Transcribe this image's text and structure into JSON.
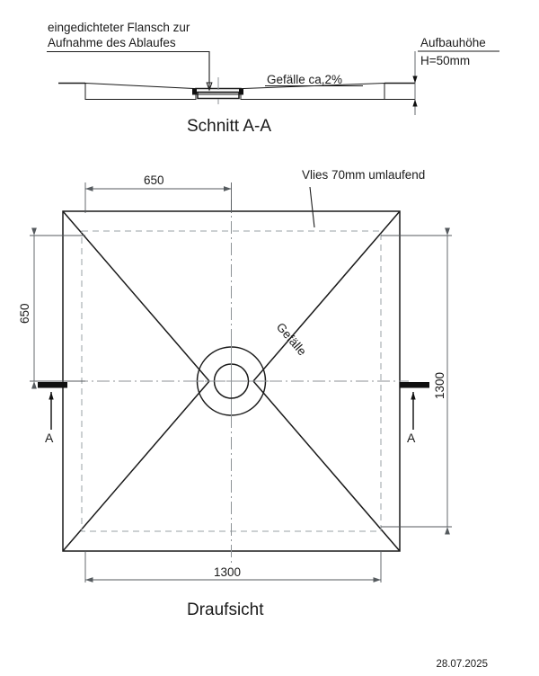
{
  "sheet": {
    "title_section": "Schnitt A-A",
    "title_plan": "Draufsicht",
    "date": "28.07.2025"
  },
  "section_view": {
    "flange_note_line1": "eingedichteter Flansch zur",
    "flange_note_line2": "Aufnahme des Ablaufes",
    "slope_note": "Gefälle ca,2%",
    "height_note_line1": "Aufbauhöhe",
    "height_note_line2": "H=50mm"
  },
  "plan_view": {
    "fleece_note": "Vlies 70mm umlaufend",
    "slope_label": "Gefälle",
    "section_mark_left": "A",
    "section_mark_right": "A",
    "dim_top": "650",
    "dim_left": "650",
    "dim_right": "1300",
    "dim_bottom": "1300"
  },
  "dimensions": {
    "board_width_mm": 1300,
    "board_depth_mm": 1300,
    "half_width_mm": 650,
    "half_depth_mm": 650,
    "build_height_mm": 50,
    "fleece_overlap_mm": 70,
    "slope_percent": 2
  },
  "colors": {
    "line": "#1a1a1a",
    "dimension": "#555a5e",
    "hidden": "#9aa0a4",
    "center": "#8d9296",
    "background": "#ffffff"
  }
}
